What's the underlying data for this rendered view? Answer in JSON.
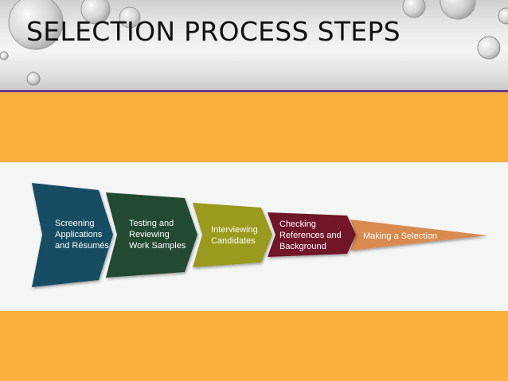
{
  "slide": {
    "title": "SELECTION PROCESS STEPS"
  },
  "colors": {
    "accent_band": "#fbb03f",
    "header_rule": "#6b3b8c",
    "step_1": "#154d63",
    "step_2": "#224a33",
    "step_3": "#9a9a1f",
    "step_4": "#6f1428",
    "step_5": "#d98a4f"
  },
  "steps": [
    {
      "lines": [
        "Screening",
        "Applications",
        "and Résumés"
      ]
    },
    {
      "lines": [
        "Testing and",
        "Reviewing",
        "Work Samples"
      ]
    },
    {
      "lines": [
        "Interviewing",
        "Candidates"
      ]
    },
    {
      "lines": [
        "Checking",
        "References and",
        "Background"
      ]
    },
    {
      "lines": [
        "Making a Selection"
      ]
    }
  ]
}
